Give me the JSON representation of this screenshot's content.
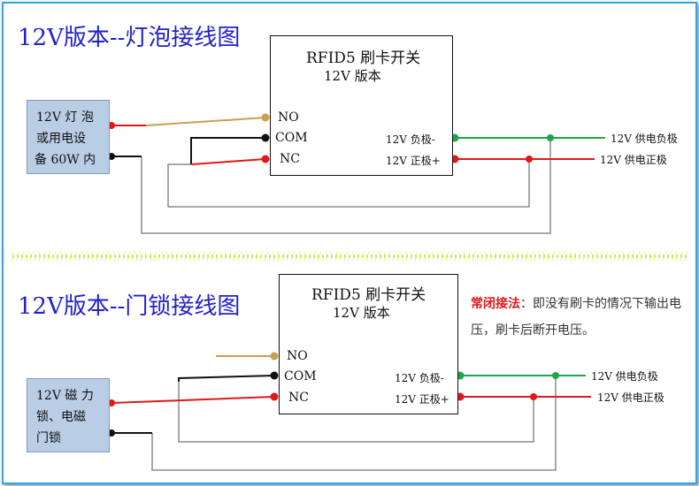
{
  "diagram1": {
    "title": "12V版本--灯泡接线图",
    "switch": {
      "title": "RFID5 刷卡开关",
      "subtitle": "12V 版本",
      "terminals": [
        "NO",
        "COM",
        "NC"
      ],
      "neg_label": "12V 负极-",
      "pos_label": "12V 正极+"
    },
    "load": {
      "lines": [
        "12V 灯 泡",
        "或用电设",
        "备 60W 内"
      ]
    },
    "supply": {
      "neg_label": "12V 供电负极",
      "pos_label": "12V 供电正极"
    }
  },
  "diagram2": {
    "title": "12V版本--门锁接线图",
    "switch": {
      "title": "RFID5 刷卡开关",
      "subtitle": "12V 版本",
      "terminals": [
        "NO",
        "COM",
        "NC"
      ],
      "neg_label": "12V 负极-",
      "pos_label": "12V 正极+"
    },
    "load": {
      "lines": [
        "12V 磁 力",
        "锁、电磁",
        "门锁"
      ]
    },
    "supply": {
      "neg_label": "12V 供电负极",
      "pos_label": "12V 供电正极"
    },
    "note": {
      "highlight": "常闭接法",
      "text": "：即没有刷卡的情况下输出电压，刷卡后断开电压。"
    }
  },
  "colors": {
    "title": "#2222cc",
    "wire_red": "#e01818",
    "wire_green": "#1fa44a",
    "wire_gold": "#c8a050",
    "wire_black": "#111111",
    "wire_gray": "#8c8c8c",
    "load_fill": "#b9cde5",
    "divider": "#b8e620"
  }
}
